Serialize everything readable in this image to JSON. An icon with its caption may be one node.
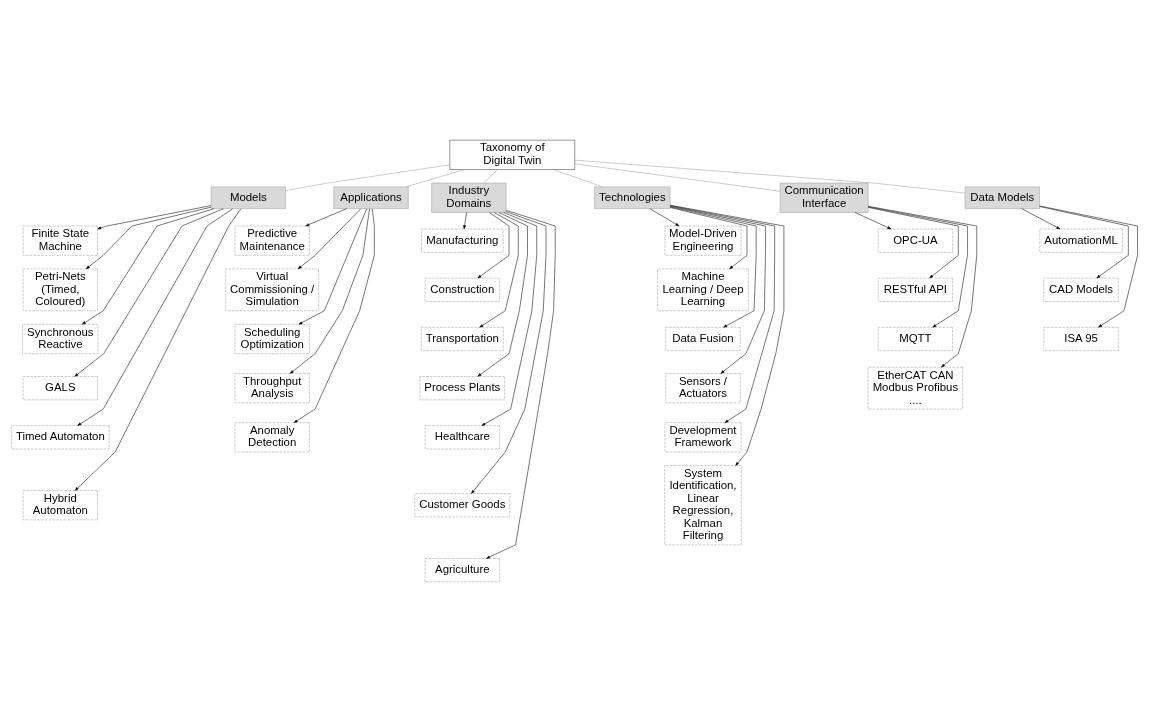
{
  "diagram": {
    "nodes": [
      {
        "text": [
          "Taxonomy of Digital Twin"
        ]
      },
      {
        "text": [
          "Models"
        ]
      },
      {
        "text": [
          "Finite State Machine"
        ]
      },
      {
        "text": [
          "Petri-Nets (Timed, Coloured)"
        ]
      },
      {
        "text": [
          "Synchronous Reactive"
        ]
      },
      {
        "text": [
          "GALS"
        ]
      },
      {
        "text": [
          "Timed Automaton"
        ]
      },
      {
        "text": [
          "Hybrid Automaton"
        ]
      },
      {
        "text": [
          "Applications"
        ]
      },
      {
        "text": [
          "Predictive Maintenance"
        ]
      },
      {
        "text": [
          "Virtual Commissioning / Simulation"
        ]
      },
      {
        "text": [
          "Scheduling Optimization"
        ]
      },
      {
        "text": [
          "Throughput Analysis"
        ]
      },
      {
        "text": [
          "Anomaly Detection"
        ]
      },
      {
        "text": [
          "Industry Domains"
        ]
      },
      {
        "text": [
          "Manufacturing"
        ]
      },
      {
        "text": [
          "Construction"
        ]
      },
      {
        "text": [
          "Transportation"
        ]
      },
      {
        "text": [
          "Process Plants"
        ]
      },
      {
        "text": [
          "Healthcare"
        ]
      },
      {
        "text": [
          "Customer Goods"
        ]
      },
      {
        "text": [
          "Agriculture"
        ]
      },
      {
        "text": [
          "Technologies"
        ]
      },
      {
        "text": [
          "Model-Driven Engineering"
        ]
      },
      {
        "text": [
          "Machine Learning / Deep Learning"
        ]
      },
      {
        "text": [
          "Data Fusion"
        ]
      },
      {
        "text": [
          "Sensors / Actuators"
        ]
      },
      {
        "text": [
          "Development Framework"
        ]
      },
      {
        "text": [
          "System Identification, Linear Regression, Kalman Filtering"
        ]
      },
      {
        "text": [
          "Communication Interface"
        ]
      },
      {
        "text": [
          "OPC-UA"
        ]
      },
      {
        "text": [
          "RESTful API"
        ]
      },
      {
        "text": [
          "MQTT"
        ]
      },
      {
        "text": [
          "EtherCAT CAN Modbus Profibus ...."
        ]
      },
      {
        "text": [
          "Data Models"
        ]
      },
      {
        "text": [
          "AutomationML"
        ]
      },
      {
        "text": [
          "CAD Models"
        ]
      },
      {
        "text": [
          "ISA 95"
        ]
      }
    ],
    "edges": [
      {
        "from": 0,
        "to": 1,
        "arrow": "none",
        "color": "#a0a0a0"
      },
      {
        "from": 0,
        "to": 8,
        "arrow": "none",
        "color": "#a0a0a0"
      },
      {
        "from": 0,
        "to": 14,
        "arrow": "none",
        "color": "#a0a0a0"
      },
      {
        "from": 0,
        "to": 22,
        "arrow": "none",
        "color": "#a0a0a0"
      },
      {
        "from": 0,
        "to": 29,
        "arrow": "none",
        "color": "#a0a0a0"
      },
      {
        "from": 0,
        "to": 34,
        "arrow": "none",
        "color": "#a0a0a0"
      },
      {
        "from": 1,
        "to": 2,
        "arrow": "to"
      },
      {
        "from": 1,
        "to": 3,
        "arrow": "to"
      },
      {
        "from": 1,
        "to": 4,
        "arrow": "to"
      },
      {
        "from": 1,
        "to": 5,
        "arrow": "to"
      },
      {
        "from": 1,
        "to": 6,
        "arrow": "to"
      },
      {
        "from": 1,
        "to": 7,
        "arrow": "to"
      },
      {
        "from": 8,
        "to": 9,
        "arrow": "to"
      },
      {
        "from": 8,
        "to": 10,
        "arrow": "to"
      },
      {
        "from": 8,
        "to": 11,
        "arrow": "to"
      },
      {
        "from": 8,
        "to": 12,
        "arrow": "to"
      },
      {
        "from": 8,
        "to": 13,
        "arrow": "to"
      },
      {
        "from": 14,
        "to": 15,
        "arrow": "to"
      },
      {
        "from": 14,
        "to": 16,
        "arrow": "to"
      },
      {
        "from": 14,
        "to": 17,
        "arrow": "to"
      },
      {
        "from": 14,
        "to": 18,
        "arrow": "to"
      },
      {
        "from": 14,
        "to": 19,
        "arrow": "to"
      },
      {
        "from": 14,
        "to": 20,
        "arrow": "to"
      },
      {
        "from": 14,
        "to": 21,
        "arrow": "to"
      },
      {
        "from": 22,
        "to": 23,
        "arrow": "to"
      },
      {
        "from": 22,
        "to": 24,
        "arrow": "to"
      },
      {
        "from": 22,
        "to": 25,
        "arrow": "to"
      },
      {
        "from": 22,
        "to": 26,
        "arrow": "to"
      },
      {
        "from": 22,
        "to": 27,
        "arrow": "to"
      },
      {
        "from": 22,
        "to": 28,
        "arrow": "to"
      },
      {
        "from": 29,
        "to": 30,
        "arrow": "to"
      },
      {
        "from": 29,
        "to": 31,
        "arrow": "to"
      },
      {
        "from": 29,
        "to": 32,
        "arrow": "to"
      },
      {
        "from": 29,
        "to": 33,
        "arrow": "to"
      },
      {
        "from": 34,
        "to": 35,
        "arrow": "to"
      },
      {
        "from": 34,
        "to": 36,
        "arrow": "to"
      },
      {
        "from": 34,
        "to": 37,
        "arrow": "to"
      }
    ]
  }
}
